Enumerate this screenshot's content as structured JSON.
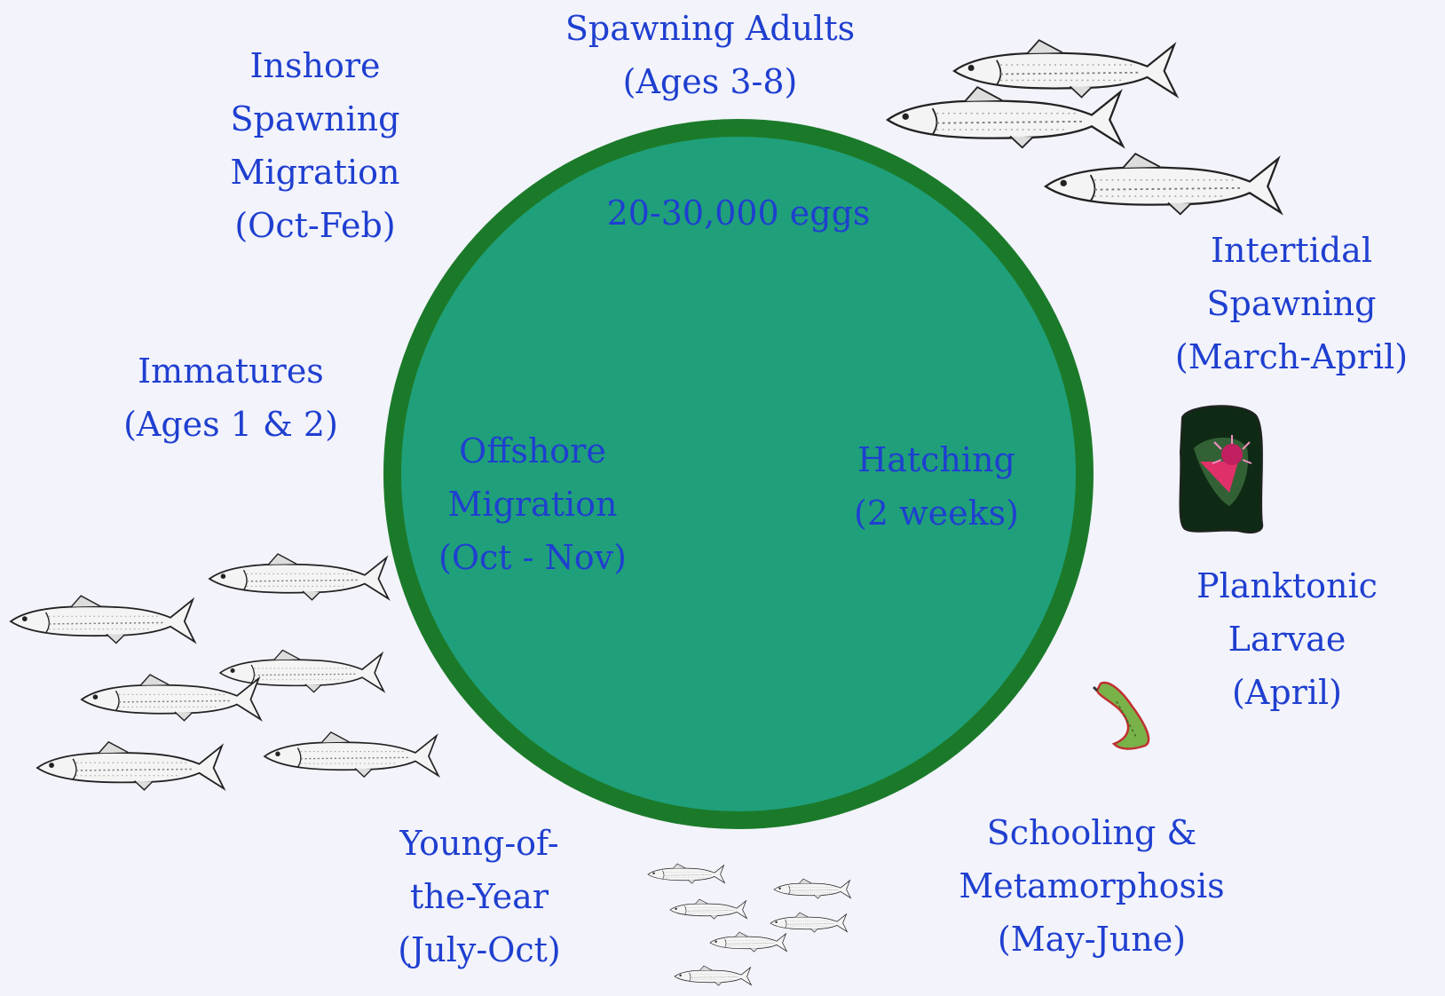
{
  "colors": {
    "background": "#f2f3fb",
    "label_text": "#1f3fd0",
    "circle_fill": "#1fa07a",
    "circle_border": "#1b7a2a"
  },
  "stages": {
    "spawning_adults": [
      "Spawning Adults",
      "(Ages 3-8)"
    ],
    "inshore_migration": [
      "Inshore",
      "Spawning",
      "Migration",
      "(Oct-Feb)"
    ],
    "intertidal_spawning": [
      "Intertidal",
      "Spawning",
      "(March-April)"
    ],
    "immatures": [
      "Immatures",
      "(Ages 1 & 2)"
    ],
    "planktonic_larvae": [
      "Planktonic",
      "Larvae",
      "(April)"
    ],
    "young_of_year": [
      "Young-of-",
      "the-Year",
      "(July-Oct)"
    ],
    "schooling": [
      "Schooling &",
      "Metamorphosis",
      "(May-June)"
    ]
  },
  "circle": {
    "eggs": "20-30,000 eggs",
    "offshore": [
      "Offshore",
      "Migration",
      "(Oct - Nov)"
    ],
    "hatching": [
      "Hatching",
      "(2 weeks)"
    ]
  },
  "icons": [
    "herring-fish-icon",
    "egg-mass-icon",
    "larva-icon"
  ]
}
